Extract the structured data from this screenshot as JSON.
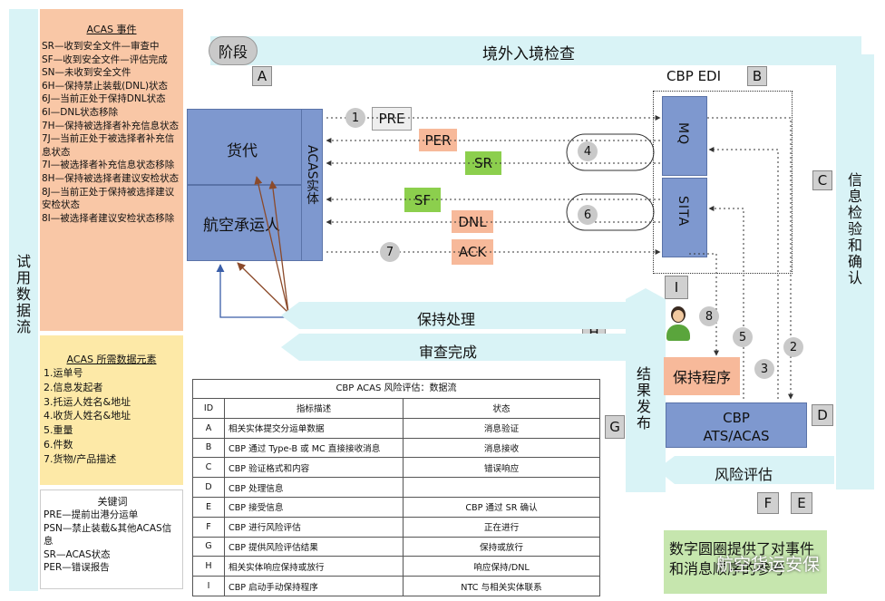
{
  "left_band_label": "试用数据流",
  "acas_events": {
    "title": "ACAS 事件",
    "items": [
      "SR—收到安全文件—审查中",
      "SF—收到安全文件—评估完成",
      "SN—未收到安全文件",
      "6H—保持禁止装载(DNL)状态",
      "6J—当前正处于保持DNL状态",
      "6I—DNL状态移除",
      "7H—保持被选择者补充信息状态",
      "7J—当前正处于被选择者补充信息状态",
      "7I—被选择者补充信息状态移除",
      "8H—保持被选择者建议安检状态",
      "8J—当前正处于保持被选择建议安检状态",
      "8I—被选择者建议安检状态移除"
    ]
  },
  "acas_elements": {
    "title": "ACAS 所需数据元素",
    "items": [
      "1.运单号",
      "2.信息发起者",
      "3.托运人姓名&地址",
      "4.收货人姓名&地址",
      "5.重量",
      "6.件数",
      "7.货物/产品描述"
    ]
  },
  "keywords": {
    "title": "关键词",
    "items": [
      "PRE—提前出港分运单",
      "PSN—禁止装载&其他ACAS信息",
      "SR—ACAS状态",
      "PER—错误报告"
    ]
  },
  "stage": "阶段",
  "top_bar": "境外入境检查",
  "right_bar": "信息检验和确认",
  "results_bar": "结果发布",
  "letters": {
    "A": "A",
    "B": "B",
    "C": "C",
    "D": "D",
    "E": "E",
    "F": "F",
    "G": "G",
    "H": "H",
    "I": "I"
  },
  "cbp_edi": "CBP EDI",
  "mq": "MQ",
  "sita": "SITA",
  "forwarder": "货代",
  "carrier": "航空承运人",
  "acas_entity": "ACAS实体",
  "messages": {
    "pre": "PRE",
    "per": "PER",
    "sr": "SR",
    "sf": "SF",
    "dnl": "DNL",
    "ack": "ACK"
  },
  "steps": [
    "1",
    "2",
    "3",
    "4",
    "5",
    "6",
    "7",
    "8"
  ],
  "hold_process": "保持处理",
  "review_done": "审查完成",
  "hold_procedure": "保持程序",
  "cbp_box": {
    "line1": "CBP",
    "line2": "ATS/ACAS"
  },
  "risk_eval": "风险评估",
  "note": "数字圆圈提供了对事件和消息顺序的参考",
  "watermark": "航空货运安保",
  "colors": {
    "cyan": "#d9f3f6",
    "blue": "#7e98cf",
    "orange": "#f9c7a6",
    "green": "#8ccf4d",
    "gray": "#d0d0d0"
  },
  "table": {
    "title": "CBP ACAS 风险评估：数据流",
    "headers": [
      "ID",
      "指标描述",
      "状态"
    ],
    "rows": [
      [
        "A",
        "相关实体提交分运单数据",
        "消息验证"
      ],
      [
        "B",
        "CBP 通过 Type-B 或 MC 直接接收消息",
        "消息接收"
      ],
      [
        "C",
        "CBP 验证格式和内容",
        "错误响应"
      ],
      [
        "D",
        "CBP 处理信息",
        ""
      ],
      [
        "E",
        "CBP 接受信息",
        "CBP 通过 SR 确认"
      ],
      [
        "F",
        "CBP 进行风险评估",
        "正在进行"
      ],
      [
        "G",
        "CBP 提供风险评估结果",
        "保持或放行"
      ],
      [
        "H",
        "相关实体响应保持或放行",
        "响应保持/DNL"
      ],
      [
        "I",
        "CBP 启动手动保持程序",
        "NTC 与相关实体联系"
      ]
    ]
  }
}
